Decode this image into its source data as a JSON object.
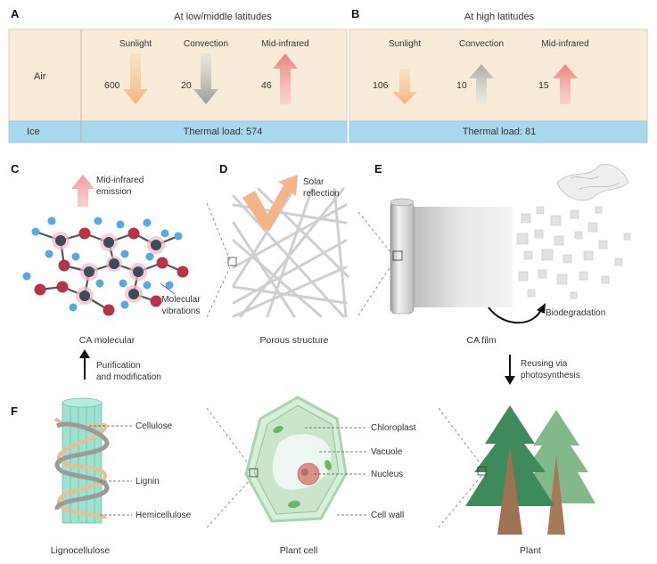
{
  "panels": {
    "A": "A",
    "B": "B",
    "C": "C",
    "D": "D",
    "E": "E",
    "F": "F"
  },
  "panel_a": {
    "header": "At low/middle latitudes",
    "air_label": "Air",
    "ice_label": "Ice",
    "sunlight_label": "Sunlight",
    "convection_label": "Convection",
    "midir_label": "Mid-infrared",
    "sunlight_value": "600",
    "convection_value": "20",
    "midir_value": "46",
    "thermal_load": "Thermal load: 574"
  },
  "panel_b": {
    "header": "At high latitudes",
    "sunlight_label": "Sunlight",
    "convection_label": "Convection",
    "midir_label": "Mid-infrared",
    "sunlight_value": "106",
    "convection_value": "10",
    "midir_value": "15",
    "thermal_load": "Thermal load: 81"
  },
  "panel_c": {
    "emission_line1": "Mid-infrared",
    "emission_line2": "emission",
    "vibration_line1": "Molecular",
    "vibration_line2": "vibrations",
    "caption": "CA molecular"
  },
  "panel_d": {
    "reflection_line1": "Solar",
    "reflection_line2": "reflection",
    "caption": "Porous structure"
  },
  "panel_e": {
    "biodegradation": "Biodegradation",
    "caption": "CA film"
  },
  "transitions": {
    "purification_line1": "Purification",
    "purification_line2": "and modification",
    "reusing_line1": "Reusing via",
    "reusing_line2": "photosynthesis"
  },
  "panel_f": {
    "cellulose": "Cellulose",
    "lignin": "Lignin",
    "hemicellulose": "Hemicellulose",
    "lignocellulose_caption": "Lignocellulose",
    "chloroplast": "Chloroplast",
    "vacuole": "Vacuole",
    "nucleus": "Nucleus",
    "cell_wall": "Cell wall",
    "plant_cell_caption": "Plant cell",
    "plant_caption": "Plant"
  },
  "colors": {
    "air_bg": "#f8ecd8",
    "ice_bg": "#a9d8ee",
    "sunlight": "#f6c59a",
    "convection": "#bdbdbd",
    "midir": "#f29a9a",
    "cell_green": "#bfe0c2",
    "tree_dark": "#3f8a5c",
    "tree_light": "#82b88a"
  }
}
